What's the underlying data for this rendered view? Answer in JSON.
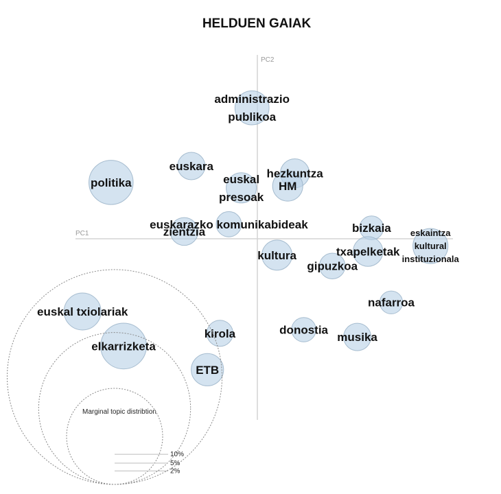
{
  "chart_data": {
    "type": "scatter",
    "title": "HELDUEN GAIAK",
    "xlabel": "PC1",
    "ylabel": "PC2",
    "xlim": [
      -5,
      5
    ],
    "ylim": [
      -5,
      5
    ],
    "grid": false,
    "points": [
      {
        "label": [
          "administrazio",
          "publikoa"
        ],
        "x": -0.15,
        "y": 3.6,
        "size": 5.1
      },
      {
        "label": [
          "politika"
        ],
        "x": -4.1,
        "y": 1.55,
        "size": 8.6
      },
      {
        "label": [
          "euskara"
        ],
        "x": -1.85,
        "y": 2.0,
        "size": 3.3
      },
      {
        "label": [
          "euskal",
          "presoak"
        ],
        "x": -0.45,
        "y": 1.4,
        "size": 4.0
      },
      {
        "label": [
          "hezkuntza"
        ],
        "x": 1.05,
        "y": 1.8,
        "size": 3.7
      },
      {
        "label": [
          "HM"
        ],
        "x": 0.85,
        "y": 1.45,
        "size": 4.0
      },
      {
        "label": [
          "euskarazko komunikabideak"
        ],
        "x": -0.8,
        "y": 0.4,
        "size": 2.8
      },
      {
        "label": [
          "zientzia"
        ],
        "x": -2.05,
        "y": 0.2,
        "size": 3.4
      },
      {
        "label": [
          "kultura"
        ],
        "x": 0.55,
        "y": -0.45,
        "size": 4.0
      },
      {
        "label": [
          "bizkaia"
        ],
        "x": 3.2,
        "y": 0.3,
        "size": 2.5
      },
      {
        "label": [
          "txapelketak"
        ],
        "x": 3.1,
        "y": -0.35,
        "size": 3.9
      },
      {
        "label": [
          "eskaintza",
          "kultural",
          "instituzionala"
        ],
        "x": 4.85,
        "y": -0.2,
        "size": 5.4
      },
      {
        "label": [
          "gipuzkoa"
        ],
        "x": 2.1,
        "y": -0.75,
        "size": 2.9
      },
      {
        "label": [
          "nafarroa"
        ],
        "x": 3.75,
        "y": -1.75,
        "size": 2.3
      },
      {
        "label": [
          "euskal txiolariak"
        ],
        "x": -4.9,
        "y": -2.0,
        "size": 6.0
      },
      {
        "label": [
          "elkarrizketa"
        ],
        "x": -3.75,
        "y": -2.95,
        "size": 9.2
      },
      {
        "label": [
          "kirola"
        ],
        "x": -1.05,
        "y": -2.6,
        "size": 3.0
      },
      {
        "label": [
          "donostia"
        ],
        "x": 1.3,
        "y": -2.5,
        "size": 2.6
      },
      {
        "label": [
          "musika"
        ],
        "x": 2.8,
        "y": -2.7,
        "size": 3.3
      },
      {
        "label": [
          "ETB"
        ],
        "x": -1.4,
        "y": -3.6,
        "size": 4.6
      }
    ],
    "legend": {
      "title": "Marginal topic distribtion",
      "items": [
        {
          "label": "2%",
          "size": 2
        },
        {
          "label": "5%",
          "size": 5
        },
        {
          "label": "10%",
          "size": 10
        }
      ]
    }
  }
}
